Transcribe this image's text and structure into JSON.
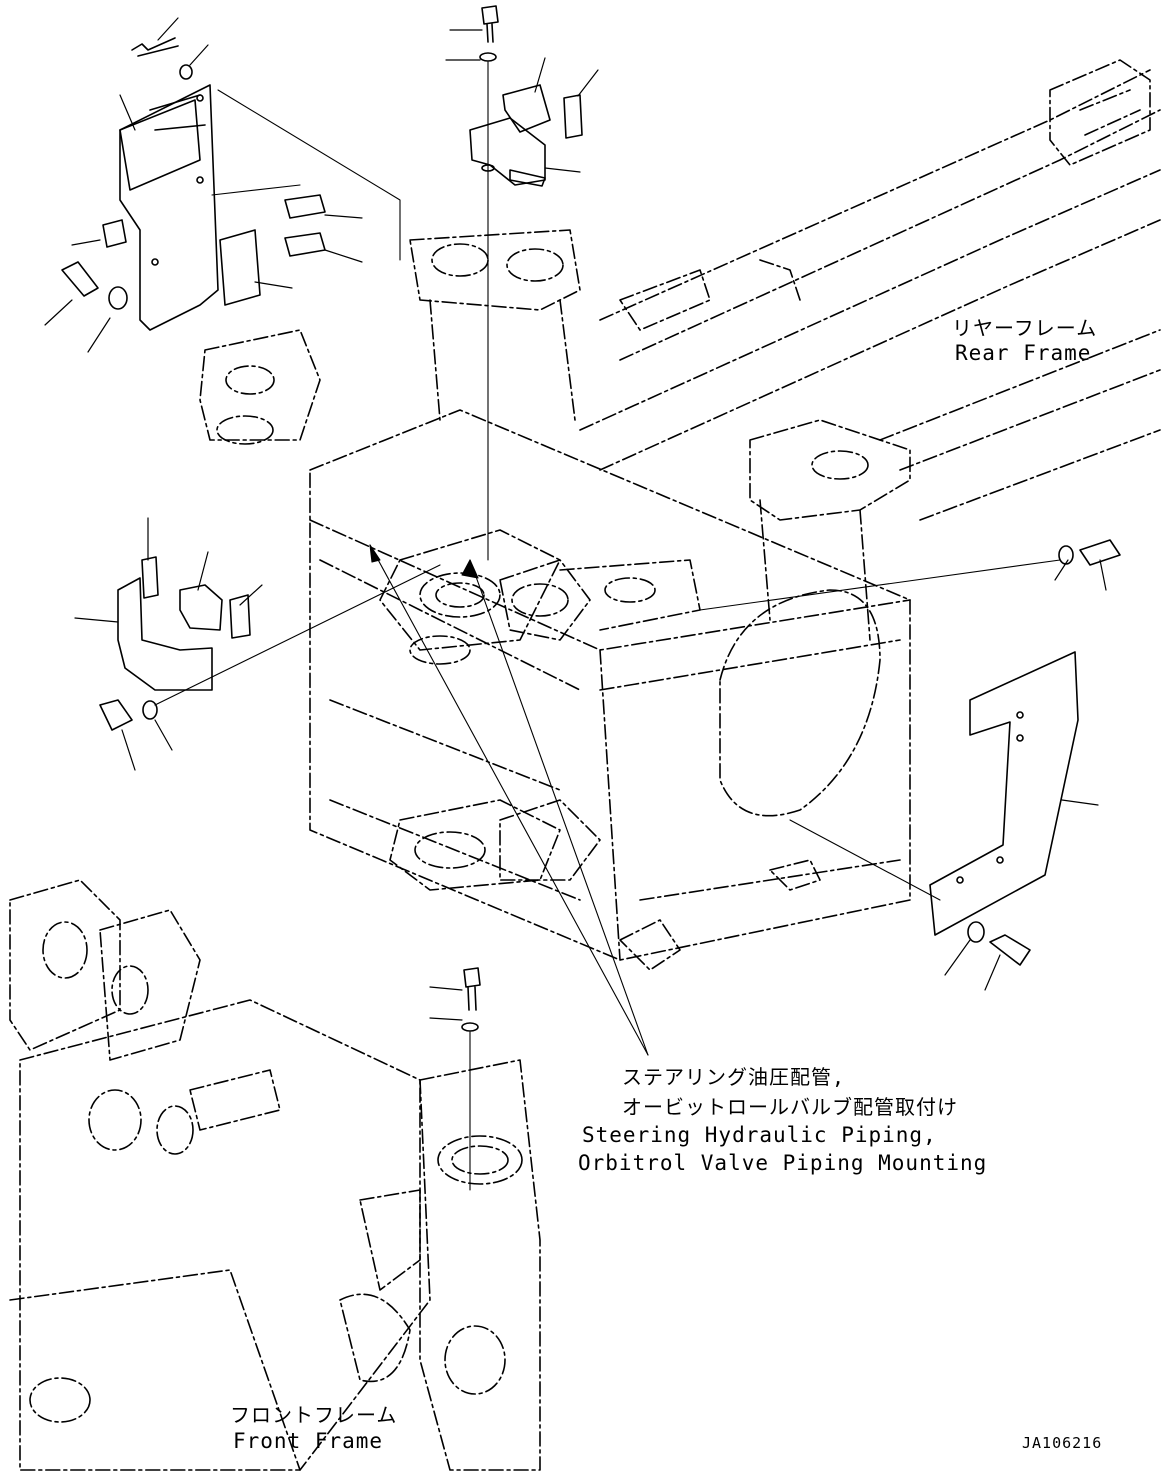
{
  "labels": {
    "rear_frame_jp": "リヤーフレーム",
    "rear_frame_en": "Rear Frame",
    "steering_jp_line1": "ステアリング油圧配管,",
    "steering_jp_line2": "オービットロールバルブ配管取付け",
    "steering_en_line1": "Steering Hydraulic Piping,",
    "steering_en_line2": "Orbitrol Valve Piping Mounting",
    "front_frame_jp": "フロントフレーム",
    "front_frame_en": "Front Frame",
    "drawing_code": "JA106216"
  }
}
